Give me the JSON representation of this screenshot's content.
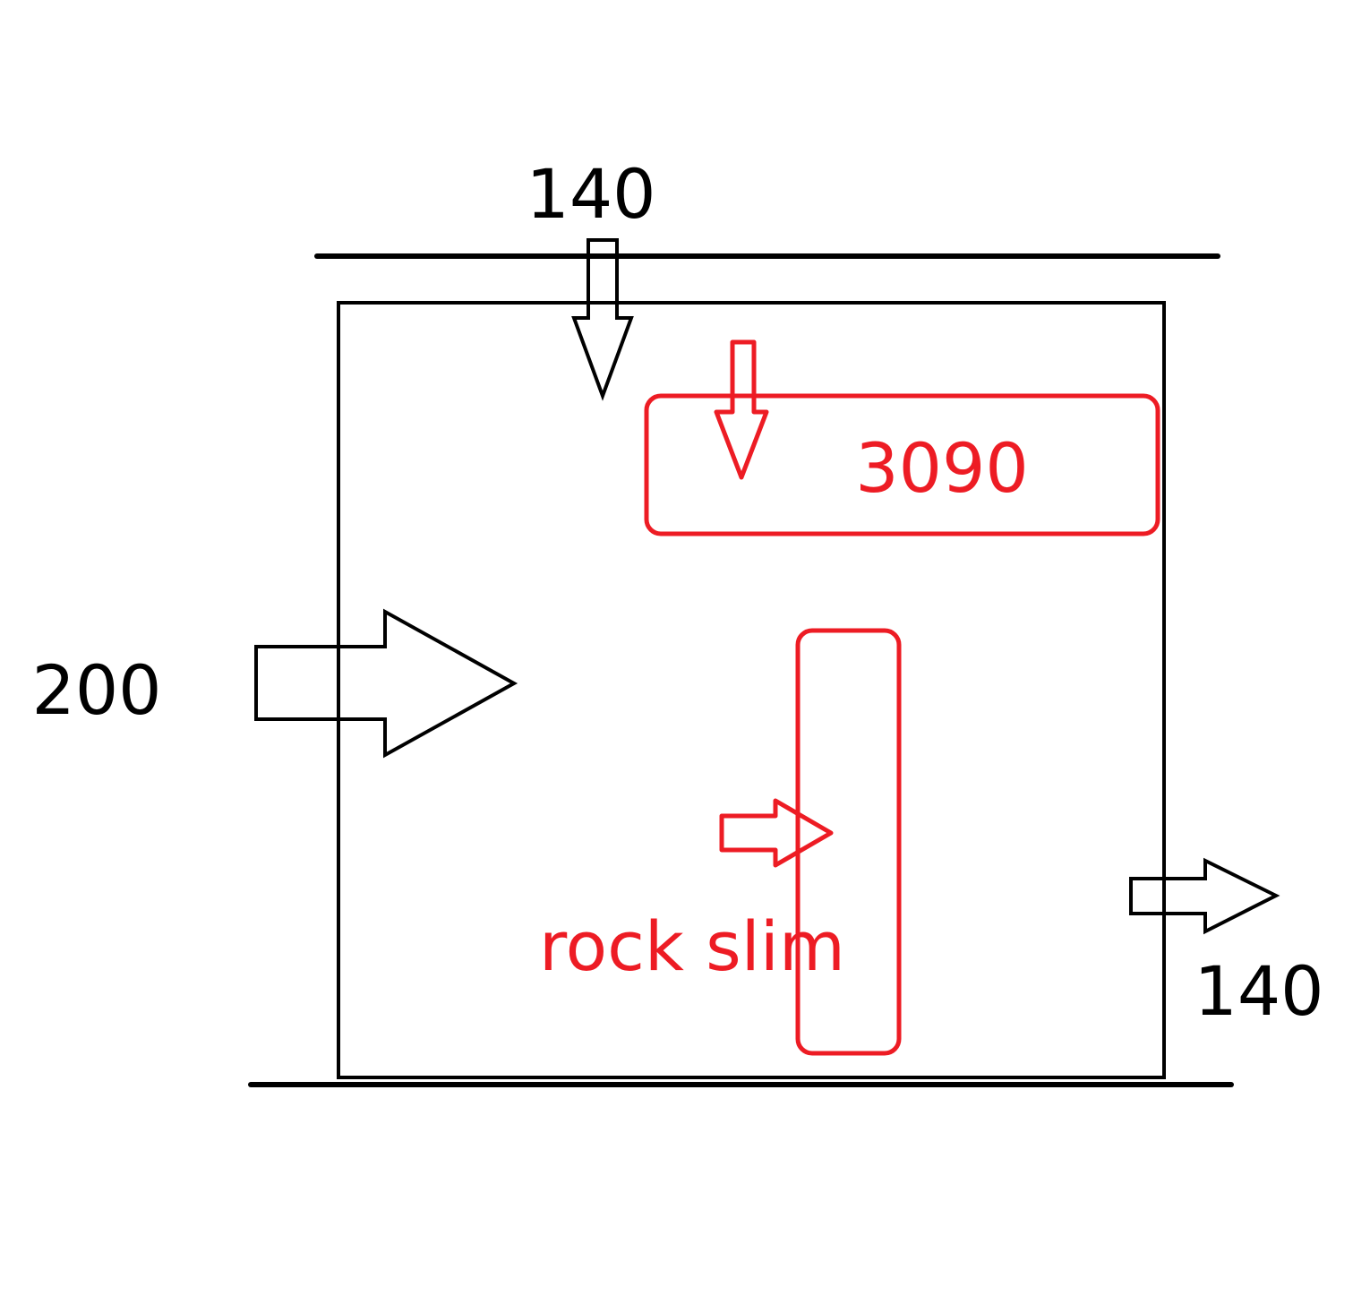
{
  "diagram": {
    "title": "Case airflow layout",
    "colors": {
      "outline": "#000000",
      "component": "#ED1C24",
      "background": "#FFFFFF"
    },
    "airflows": [
      {
        "id": "top-intake",
        "label": "140",
        "direction": "down",
        "kind": "case-fan"
      },
      {
        "id": "front-intake",
        "label": "200",
        "direction": "right",
        "kind": "case-fan"
      },
      {
        "id": "rear-exhaust",
        "label": "140",
        "direction": "right",
        "kind": "case-fan"
      }
    ],
    "components": [
      {
        "id": "gpu",
        "label": "3090",
        "airflow_direction": "down"
      },
      {
        "id": "cpu-cooler",
        "label": "rock slim",
        "airflow_direction": "right"
      }
    ]
  }
}
